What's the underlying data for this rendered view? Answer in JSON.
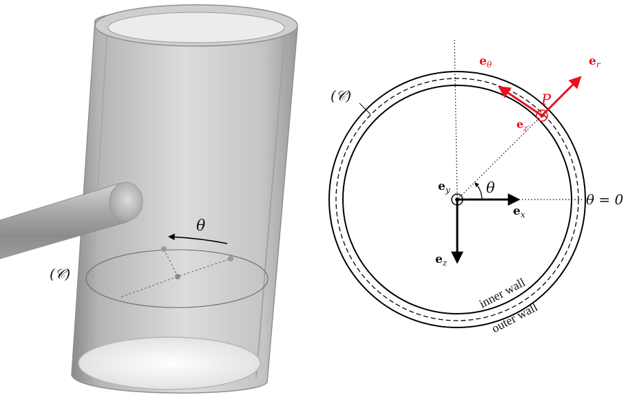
{
  "left_panel": {
    "theta_label": "θ",
    "curve_label": "(𝒞)"
  },
  "right_panel": {
    "curve_label": "(𝒞)",
    "point_label": "P",
    "theta_label": "θ",
    "theta_zero_label": "θ = 0",
    "inner_wall_label": "inner wall",
    "outer_wall_label": "outer wall",
    "vectors": {
      "e_theta": {
        "base": "e",
        "sub": "θ",
        "color": "#e8101a"
      },
      "e_r": {
        "base": "e",
        "sub": "r",
        "color": "#e8101a"
      },
      "e_zprime": {
        "base": "e",
        "sub": "z′",
        "color": "#e8101a"
      },
      "e_y": {
        "base": "e",
        "sub": "y",
        "color": "#000000"
      },
      "e_x": {
        "base": "e",
        "sub": "x",
        "color": "#000000"
      },
      "e_z": {
        "base": "e",
        "sub": "z",
        "color": "#000000"
      }
    }
  }
}
